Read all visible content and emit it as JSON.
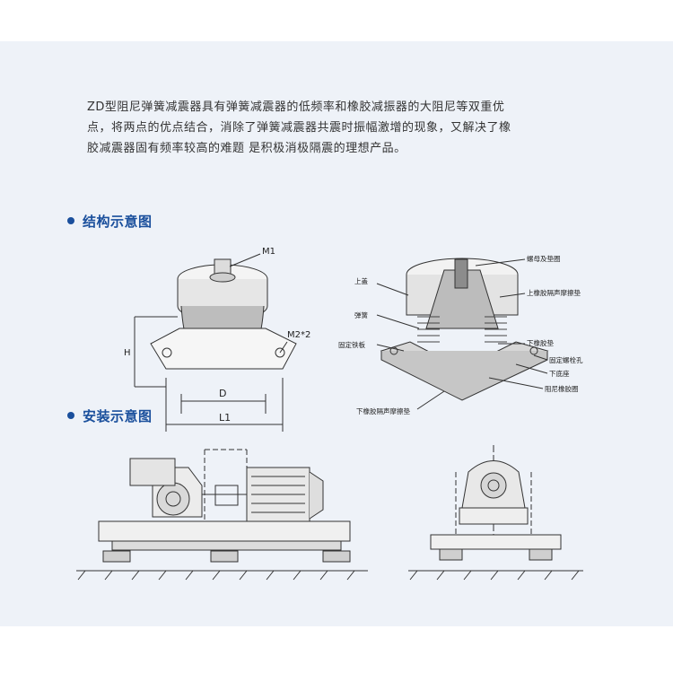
{
  "intro": {
    "line1": "ZD型阻尼弹簧减震器具有弹簧减震器的低频率和橡胶减振器的大阻尼等双重优",
    "line2": "点，将两点的优点结合，消除了弹簧减震器共震时振幅激增的现象，又解决了橡",
    "line3": "胶减震器固有频率较高的难题  是积极消极隔震的理想产品。"
  },
  "structure": {
    "title": "结构示意图",
    "dims": {
      "m1": "M1",
      "h": "H",
      "m2": "M2*2",
      "d": "D",
      "l1": "L1"
    },
    "parts": {
      "nut": "螺母及垫圈",
      "upper_cover": "上盖",
      "upper_pad": "上橡胶隔声摩擦垫",
      "spring": "弹簧",
      "lower_rubber_pad": "下橡胶垫",
      "steel_plate": "固定铁板",
      "bolt_hole": "固定螺栓孔",
      "lower_seat": "下底座",
      "damping_ring": "阻尼橡胶圈",
      "lower_pad": "下橡胶隔声摩擦垫"
    }
  },
  "install": {
    "title": "安装示意图"
  },
  "colors": {
    "accent": "#1a4f9c",
    "panel": "#eef2f8",
    "line": "#333333"
  }
}
